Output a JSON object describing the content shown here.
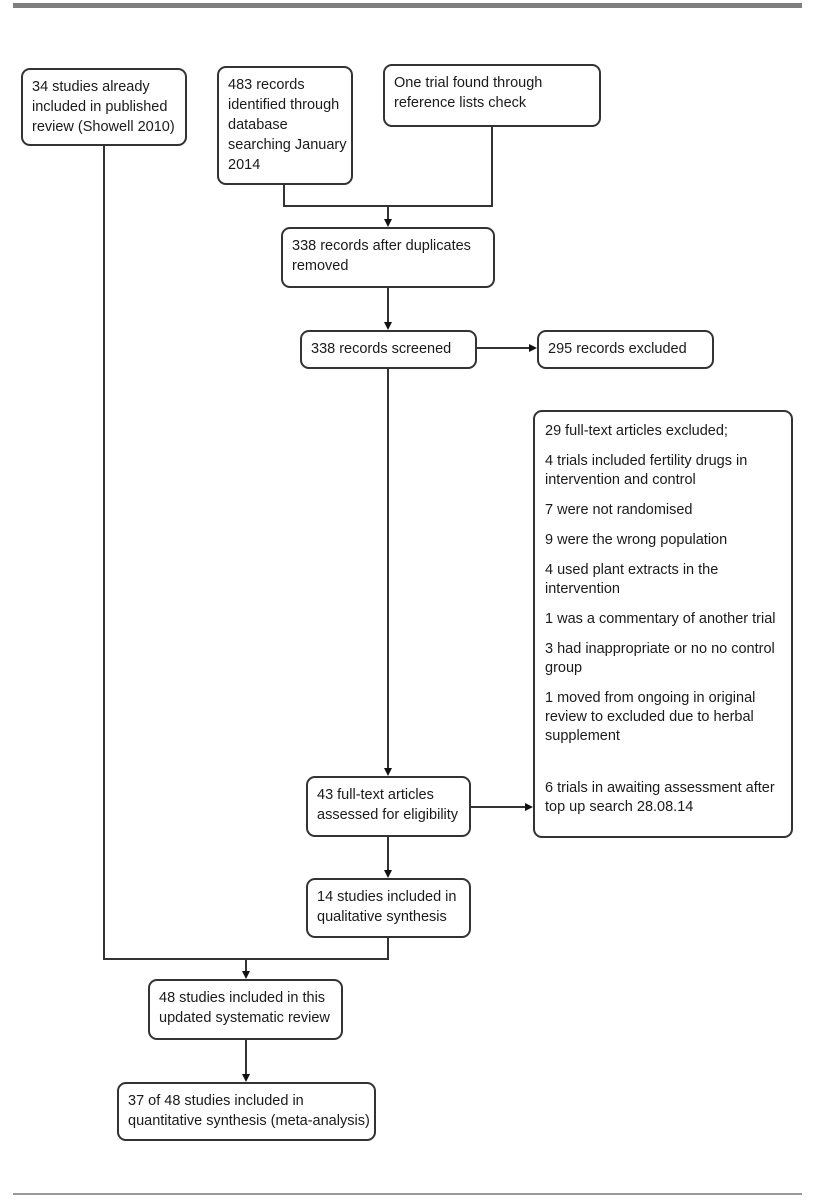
{
  "diagram": {
    "type": "prisma-flow-diagram",
    "colors": {
      "box_border": "#333333",
      "text": "#1a1a1a",
      "connector": "#333333",
      "top_rule": "#7f7f7f",
      "bottom_rule": "#9a9a9a",
      "background": "#ffffff"
    },
    "boxes": {
      "included_published": "34 studies already\nincluded in published\nreview (Showell 2010)",
      "records_identified": "483 records\nidentified through\ndatabase\nsearching January\n2014",
      "reference_lists": "One trial found through\nreference lists check",
      "after_duplicates": "338 records after duplicates\nremoved",
      "records_screened": "338 records screened",
      "records_excluded": "295 records excluded",
      "fulltext_assessed": "43 full-text articles\nassessed for eligibility",
      "qualitative_synthesis": "14 studies included in\nqualitative synthesis",
      "updated_review": "48 studies included in this\nupdated systematic review",
      "quantitative_synthesis": "37 of 48 studies included in\nquantitative synthesis (meta-analysis)"
    },
    "exclusion_box": {
      "lines": [
        "29 full-text articles excluded;",
        "4 trials included fertility drugs in\nintervention and control",
        "7 were not randomised",
        "9 were the wrong population",
        "4 used plant extracts in the\nintervention",
        "1 was a commentary of another trial",
        "3 had inappropriate or no no control\ngroup",
        "1 moved from ongoing in original\nreview to excluded due to herbal\nsupplement",
        "6 trials in awaiting assessment after\ntop up search 28.08.14"
      ]
    }
  }
}
